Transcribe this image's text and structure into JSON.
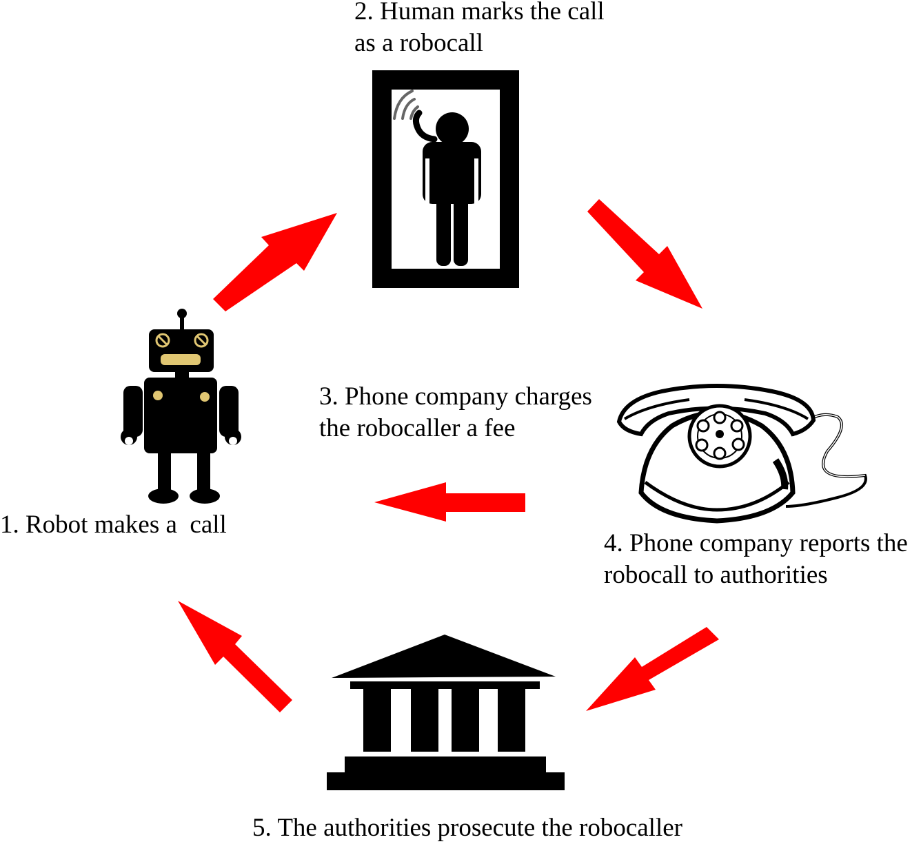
{
  "diagram": {
    "steps": [
      {
        "lines": [
          "1. Robot makes a  call"
        ]
      },
      {
        "lines": [
          "2. Human marks the call",
          "as a robocall"
        ]
      },
      {
        "lines": [
          "3. Phone company charges",
          "the robocaller a fee"
        ]
      },
      {
        "lines": [
          "4. Phone company reports the",
          "robocall to authorities"
        ]
      },
      {
        "lines": [
          "5. The authorities prosecute the robocaller"
        ]
      }
    ],
    "icons": {
      "robot": "robot-icon",
      "person_phone": "person-on-phone-icon",
      "telephone": "rotary-telephone-icon",
      "courthouse": "courthouse-icon"
    },
    "colors": {
      "arrow": "#ff0000",
      "ink": "#000000",
      "robot_accent": "#e0c672",
      "signal": "#666666"
    }
  }
}
